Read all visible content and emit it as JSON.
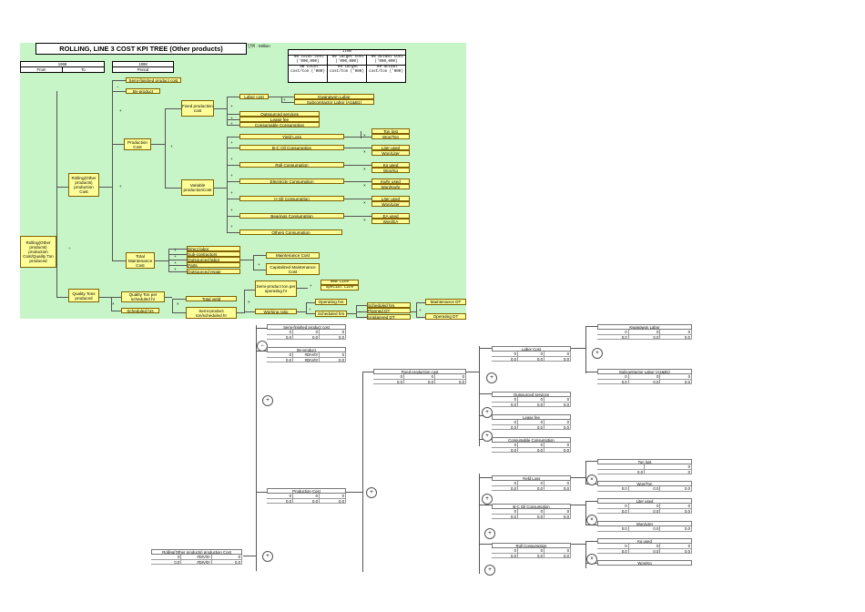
{
  "title": "ROLLING, LINE 3 COST KPI TREE (Other products)",
  "unit_note": "단위 : Million",
  "from_to": {
    "year": "1998",
    "from": "From",
    "to": "To"
  },
  "period": {
    "year": "1998",
    "label": "Period"
  },
  "item_table": {
    "header": "Item",
    "row1": [
      "'98 total cost ('000,000)",
      "'99 target cost ('000,000)",
      "'99 actual cost ('000,000)"
    ],
    "row2": [
      "'98 total cost/ton ('000)",
      "'99 target cost/ton ('000)",
      "'99 actual cost/ton ('000)"
    ]
  },
  "nodes": {
    "root": "Rolling(Other products) production Cost/Quality Ton produced",
    "rolling_cost": "Rolling(Other products) production Cost",
    "quality_tons": "Quality Tons produced",
    "semi_finished": "Semi-finished product cost",
    "by_product": "By-product",
    "production_cost": "Production Cost",
    "fixed": "Fixed production cost",
    "variable": "Variable productionCost",
    "labor": "Labor cost",
    "kwangwon": "Kwangwon Labor",
    "subcontractor": "Subcontractor Labor (A1&B1)",
    "outsourced_services": "Outsourced services",
    "lease_fee": "Lease fee",
    "consumable": "Consumable Consumption",
    "yield_loss": "Yield Loss",
    "ton_lost": "Ton lost",
    "won_ton": "Won/Ton",
    "bc_oil": "B-C Oil Consumption",
    "liter_used": "Liter used",
    "won_liter": "Won/Liter",
    "roll": "Roll Consumption",
    "kg_used": "Kg used",
    "won_kg": "Won/Kg",
    "electricity": "Electricity Consumption",
    "kwhr_used": "Kwhr used",
    "won_kwhr": "Won/Kwhr",
    "h_oil": "H Oil Consumption",
    "liter_used2": "Liter used",
    "won_liter2": "Won/Liter",
    "bearings": "Bearings Consumption",
    "ea_used": "EA used",
    "won_ea": "Won/EA",
    "others": "Others Consumption",
    "total_maint": "Total Maintenance Cost",
    "direct_labor": "Direct labor",
    "sub_contractors": "Sub-contractors",
    "outsourced_labor": "Outsourced labor",
    "parts": "Parts",
    "outsourced_repair": "Outsourced repair",
    "maint_cost": "Maintenance Cost",
    "cap_maint": "Capitalized Maintenance Cost",
    "qt_per_hr": "Quality Ton per scheduled hr",
    "sched_hrs": "Scheduled hrs",
    "total_yield": "Total yield",
    "semi_per_sched": "Semi-product ton/scheduled hr",
    "semi_per_op": "Semi-product ton per operating hr",
    "new_line": "New Line",
    "special_line": "Special Line",
    "working_ratio": "Working ratio",
    "operating_hrs": "Operating hrs",
    "sched_hrs2": "Scheduled hrs",
    "sched_hrs3": "Scheduled hrs",
    "planned_dt": "Planned DT",
    "unplanned_dt": "Unplanned DT",
    "maint_dt": "Maintenance DT",
    "operating_dt": "Operating DT"
  },
  "kpi_boxes": {
    "semi_finished": {
      "label": "Semi-finished product cost",
      "r1": [
        "0",
        "0",
        "0"
      ],
      "r2": [
        "0.0",
        "0.0",
        "0.0"
      ]
    },
    "by_product": {
      "label": "By-product",
      "r1": [
        "0",
        "#DIV/0!",
        "0"
      ],
      "r2": [
        "0.0",
        "#DIV/0!",
        "0.0"
      ]
    },
    "production_cost": {
      "label": "Production Cost",
      "r1": [
        "0",
        "0",
        "0"
      ],
      "r2": [
        "0.0",
        "0.0",
        "0.0"
      ]
    },
    "rolling_cost": {
      "label": "Rolling(Other products) production Cost",
      "r1": [
        "0",
        "#DIV/0!",
        "0"
      ],
      "r2": [
        "0.0",
        "#DIV/0!",
        "0.0"
      ]
    },
    "fixed": {
      "label": "Fixed production cost",
      "r1": [
        "0",
        "0",
        "0"
      ],
      "r2": [
        "0.0",
        "0.0",
        "0.0"
      ]
    },
    "labor": {
      "label": "Labor Cost",
      "r1": [
        "0",
        "0",
        "0"
      ],
      "r2": [
        "0.0",
        "0.0",
        "0.0"
      ]
    },
    "outsourced": {
      "label": "Outsourced services",
      "r1": [
        "0",
        "0",
        "0"
      ],
      "r2": [
        "0.0",
        "0.0",
        "0.0"
      ]
    },
    "lease": {
      "label": "Lease fee",
      "r1": [
        "0",
        "0",
        "0"
      ],
      "r2": [
        "0.0",
        "0.0",
        "0.0"
      ]
    },
    "consumable": {
      "label": "Consumable Consumption",
      "r1": [
        "0",
        "0",
        "0"
      ],
      "r2": [
        "0.0",
        "0.0",
        "0.0"
      ]
    },
    "kwangwon": {
      "label": "Kwangwon Labor",
      "r1": [
        "0",
        "0",
        "0"
      ],
      "r2": [
        "0.0",
        "0.0",
        "0.0"
      ]
    },
    "subcontractor": {
      "label": "Subcontractor Labor (A1&B1)",
      "r1": [
        "0",
        "0",
        "0"
      ],
      "r2": [
        "0.0",
        "0.0",
        "0.0"
      ]
    },
    "yield_loss": {
      "label": "Yield Loss",
      "r1": [
        "0",
        "0",
        "0"
      ],
      "r2": [
        "0.0",
        "0.0",
        "0.0"
      ]
    },
    "bc_oil": {
      "label": "B-C Oil Consumption",
      "r1": [
        "0",
        "0",
        "0"
      ],
      "r2": [
        "0.0",
        "0.0",
        "0.0"
      ]
    },
    "roll": {
      "label": "Roll Consumption",
      "r1": [
        "0",
        "0",
        "0"
      ],
      "r2": [
        "0.0",
        "0.0",
        "0.0"
      ]
    },
    "ton_lost": {
      "label": "Ton lost",
      "r1": [
        "",
        "0"
      ],
      "r2": [
        "0.0",
        "0"
      ]
    },
    "won_ton": {
      "label": "Won/Ton",
      "r1": [
        "0.0",
        "0.0",
        "0.0"
      ]
    },
    "liter_used": {
      "label": "Liter used",
      "r1": [
        "0",
        "0",
        "0"
      ],
      "r2": [
        "0.0",
        "0.0",
        "0.0"
      ]
    },
    "won_liter": {
      "label": "Won/Liter",
      "r1": [
        "0.0",
        "0.0",
        "0.0"
      ]
    },
    "kg_used": {
      "label": "Kg used",
      "r1": [
        "0",
        "0",
        "0"
      ],
      "r2": [
        "0.0",
        "0.0",
        "0.0"
      ]
    },
    "won_kg": {
      "label": "Won/Kg"
    }
  },
  "ops": {
    "plus": "+",
    "minus": "−",
    "times": "×",
    "div": "÷",
    "circ_minus": "−",
    "circ_plus": "+"
  }
}
